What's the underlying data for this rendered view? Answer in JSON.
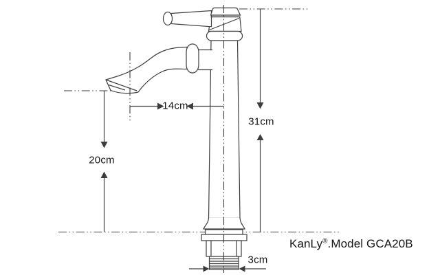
{
  "drawing": {
    "type": "technical-dimension-diagram",
    "subject": "tall single-handle basin faucet",
    "brand": {
      "name": "KanLy",
      "registered": "®",
      "model": ".Model GCA20B"
    },
    "dimensions": {
      "spout_reach": {
        "label": "14cm"
      },
      "overall_height": {
        "label": "31cm"
      },
      "spout_height": {
        "label": "20cm"
      },
      "thread_diameter": {
        "label": "3cm"
      }
    },
    "colors": {
      "line": "#3d3d3d",
      "text": "#141414",
      "background": "#ffffff"
    }
  }
}
